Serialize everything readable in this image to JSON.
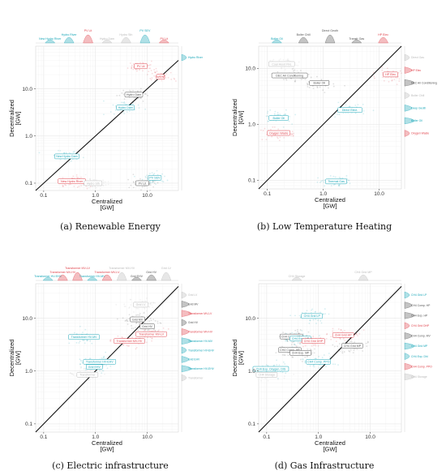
{
  "colors": {
    "red": "#e0424b",
    "teal": "#1aa7b8",
    "dark": "#555555",
    "light": "#bbbbbb",
    "grid": "#e6e6e6"
  },
  "chart_data": [
    {
      "caption": "(a) Renewable Energy",
      "type": "scatter",
      "xlabel": "Centralized\n[GW]",
      "ylabel": "Decentralized\n[GW]",
      "xticks": [
        0.1,
        1.0,
        10.0
      ],
      "yticks": [
        0.1,
        1.0,
        10.0
      ],
      "xlim": [
        0.07,
        40
      ],
      "ylim": [
        0.07,
        80
      ],
      "scale": "log",
      "labels": [
        {
          "text": "PV Lit",
          "x": 7.5,
          "y": 30,
          "color": "red"
        },
        {
          "text": "WEW",
          "x": 18,
          "y": 18,
          "color": "red"
        },
        {
          "text": "Hydro Dam",
          "x": 5.5,
          "y": 7.5,
          "color": "dark"
        },
        {
          "text": "Hydro Dam",
          "x": 3.8,
          "y": 4.0,
          "color": "teal"
        },
        {
          "text": "New Hydro Dam",
          "x": 0.28,
          "y": 0.37,
          "color": "teal"
        },
        {
          "text": "New Hydro River",
          "x": 0.35,
          "y": 0.11,
          "color": "red"
        },
        {
          "text": "Hydro Sth",
          "x": 0.9,
          "y": 0.1,
          "color": "light"
        },
        {
          "text": "PV Lit",
          "x": 8.0,
          "y": 0.1,
          "color": "dark"
        },
        {
          "text": "PV SEV",
          "x": 14,
          "y": 0.13,
          "color": "teal"
        }
      ],
      "top_labels": [
        {
          "text": "New Hydro River",
          "color": "teal"
        },
        {
          "text": "Hydro River",
          "color": "teal"
        },
        {
          "text": "PV Lit",
          "color": "red"
        },
        {
          "text": "Hydro Dam",
          "color": "light"
        },
        {
          "text": "Hydro Sth",
          "color": "light"
        },
        {
          "text": "PV SEV",
          "color": "teal"
        },
        {
          "text": "PV Lit",
          "color": "red"
        }
      ],
      "side_labels": [
        {
          "text": "Hydro River",
          "color": "teal"
        }
      ]
    },
    {
      "caption": "(b) Low Temperature Heating",
      "type": "scatter",
      "xlabel": "Centralized\n[GW]",
      "ylabel": "Decentralized\n[GW]",
      "xticks": [
        0.1,
        1.0,
        10.0
      ],
      "yticks": [
        0.1,
        1.0,
        10.0
      ],
      "xlim": [
        0.07,
        25
      ],
      "ylim": [
        0.07,
        25
      ],
      "scale": "log",
      "labels": [
        {
          "text": "Coal Hood Fire",
          "x": 0.18,
          "y": 12,
          "color": "light"
        },
        {
          "text": "DEC Air Conditioning",
          "x": 0.25,
          "y": 7.5,
          "color": "dark"
        },
        {
          "text": "Boiler Oil",
          "x": 0.85,
          "y": 5.5,
          "color": "dark"
        },
        {
          "text": "HP Elec",
          "x": 16,
          "y": 7.8,
          "color": "red"
        },
        {
          "text": "Boiler Oil",
          "x": 0.16,
          "y": 1.3,
          "color": "teal"
        },
        {
          "text": "Oxygen Waste",
          "x": 0.16,
          "y": 0.7,
          "color": "red"
        },
        {
          "text": "Direct Elect.",
          "x": 3.0,
          "y": 1.8,
          "color": "teal"
        },
        {
          "text": "Thermal Gas",
          "x": 1.7,
          "y": 0.095,
          "color": "teal"
        }
      ],
      "top_labels": [
        {
          "text": "Boiler Oil",
          "color": "teal"
        },
        {
          "text": "Boiler Chill",
          "color": "dark"
        },
        {
          "text": "Direct Geoth",
          "color": "dark"
        },
        {
          "text": "Transfr Gas",
          "color": "dark"
        },
        {
          "text": "HP Elec",
          "color": "red"
        }
      ],
      "side_labels": [
        {
          "text": "Direct Gas",
          "color": "light"
        },
        {
          "text": "HP Elec",
          "color": "red"
        },
        {
          "text": "DEC Air Conditioning",
          "color": "dark"
        },
        {
          "text": "Boiler Chill",
          "color": "light"
        },
        {
          "text": "Deep Geoth",
          "color": "teal"
        },
        {
          "text": "Boiler Oil",
          "color": "teal"
        },
        {
          "text": "Oxygen Waste",
          "color": "red"
        }
      ]
    },
    {
      "caption": "(c) Electric infrastructure",
      "type": "scatter",
      "xlabel": "Centralized\n[GW]",
      "ylabel": "Decentralized\n[GW]",
      "xticks": [
        0.1,
        1.0,
        10.0
      ],
      "yticks": [
        0.1,
        1.0,
        10.0
      ],
      "xlim": [
        0.07,
        40
      ],
      "ylim": [
        0.07,
        45
      ],
      "scale": "log",
      "labels": [
        {
          "text": "Grid LV",
          "x": 7.5,
          "y": 18,
          "color": "light"
        },
        {
          "text": "Grid MV",
          "x": 6.5,
          "y": 9.5,
          "color": "dark"
        },
        {
          "text": "Grid HV",
          "x": 10,
          "y": 7.0,
          "color": "dark"
        },
        {
          "text": "Transformer MV-LV",
          "x": 12,
          "y": 5.0,
          "color": "red"
        },
        {
          "text": "Transformer HV-MV",
          "x": 0.6,
          "y": 4.4,
          "color": "teal"
        },
        {
          "text": "Transformer MV-HV",
          "x": 4.5,
          "y": 3.7,
          "color": "red"
        },
        {
          "text": "Transformer HV-EHV",
          "x": 1.2,
          "y": 1.5,
          "color": "teal"
        },
        {
          "text": "Grid EHV",
          "x": 0.95,
          "y": 1.2,
          "color": "teal"
        },
        {
          "text": "Transformer",
          "x": 0.7,
          "y": 0.85,
          "color": "light"
        }
      ],
      "top_labels": [
        {
          "text": "Transformer HV-EHV",
          "color": "teal"
        },
        {
          "text": "Transformer MV-HV",
          "color": "red"
        },
        {
          "text": "Transformer MV-LV",
          "color": "red"
        },
        {
          "text": "Transformer HV-MV",
          "color": "teal"
        },
        {
          "text": "Transformer MV-LV",
          "color": "red"
        },
        {
          "text": "Transformer MV-HV",
          "color": "light"
        },
        {
          "text": "Grid EHV",
          "color": "dark"
        },
        {
          "text": "Grid HV",
          "color": "dark"
        },
        {
          "text": "Grid LV",
          "color": "light"
        }
      ],
      "side_labels": [
        {
          "text": "Grid LV",
          "color": "light"
        },
        {
          "text": "Grid MV",
          "color": "dark"
        },
        {
          "text": "Transformer MV-LV",
          "color": "red"
        },
        {
          "text": "Grid HV",
          "color": "dark"
        },
        {
          "text": "Transformer MV-HV",
          "color": "red"
        },
        {
          "text": "Transformer HV-MV",
          "color": "teal"
        },
        {
          "text": "Transformer HV-EHV",
          "color": "teal"
        },
        {
          "text": "Grid EHV",
          "color": "teal"
        },
        {
          "text": "Transformer HV-EHV",
          "color": "teal"
        },
        {
          "text": "Transformer",
          "color": "light"
        }
      ]
    },
    {
      "caption": "(d) Gas Infrastructure",
      "type": "scatter",
      "xlabel": "Centralized\n[GW]",
      "ylabel": "Decentralized\n[GW]",
      "xticks": [
        0.1,
        1.0,
        10.0
      ],
      "yticks": [
        0.1,
        1.0,
        10.0
      ],
      "xlim": [
        0.07,
        40
      ],
      "ylim": [
        0.07,
        45
      ],
      "scale": "log",
      "labels": [
        {
          "text": "CH4 Grid LP",
          "x": 0.75,
          "y": 11,
          "color": "teal"
        },
        {
          "text": "CH4 Grid HP",
          "x": 3.0,
          "y": 4.8,
          "color": "red"
        },
        {
          "text": "CH4 Comp. MV",
          "x": 0.3,
          "y": 4.5,
          "color": "dark"
        },
        {
          "text": "CH4 Exp. HP",
          "x": 0.45,
          "y": 4.1,
          "color": "teal"
        },
        {
          "text": "CH4 Grid DHP",
          "x": 0.8,
          "y": 3.7,
          "color": "red"
        },
        {
          "text": "CH4 Grid MP",
          "x": 4.5,
          "y": 3.0,
          "color": "dark"
        },
        {
          "text": "CH4 Comp. HP",
          "x": 0.28,
          "y": 2.5,
          "color": "dark"
        },
        {
          "text": "CH4 Exp. MP",
          "x": 0.45,
          "y": 2.2,
          "color": "dark"
        },
        {
          "text": "CH4 Comp. PPO",
          "x": 1.0,
          "y": 1.5,
          "color": "teal"
        },
        {
          "text": "CH4 Exp. Oxygen. DIS",
          "x": 0.12,
          "y": 1.1,
          "color": "teal"
        },
        {
          "text": "CH4 Storage",
          "x": 0.1,
          "y": 0.85,
          "color": "light"
        }
      ],
      "top_labels": [
        {
          "text": "CH4 Storage",
          "color": "light"
        },
        {
          "text": "CH4 Grid MP",
          "color": "light"
        }
      ],
      "side_labels": [
        {
          "text": "CH4 Grid LP",
          "color": "teal"
        },
        {
          "text": "CH4 Comp. HP",
          "color": "dark"
        },
        {
          "text": "CH4 Exp. HP",
          "color": "dark"
        },
        {
          "text": "CH4 Grid DHP",
          "color": "red"
        },
        {
          "text": "CH4 Comp. MV",
          "color": "dark"
        },
        {
          "text": "CH4 Grid MP",
          "color": "teal"
        },
        {
          "text": "CH4 Exp. Dhl",
          "color": "teal"
        },
        {
          "text": "CH4 Comp. PPO",
          "color": "red"
        },
        {
          "text": "CH4 Storage",
          "color": "light"
        }
      ]
    }
  ]
}
